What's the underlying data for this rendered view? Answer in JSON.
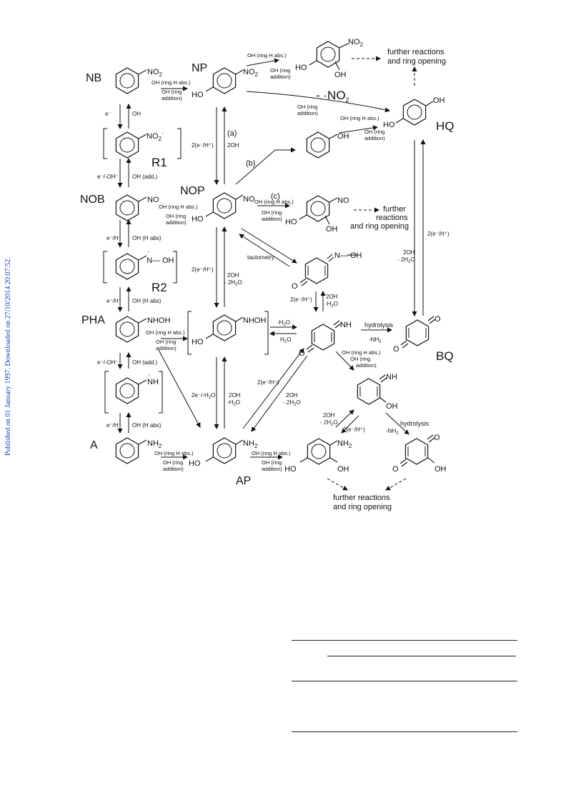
{
  "side_note": "Published on 01 January 1997. Downloaded on 27/10/2014 20:07:52.",
  "compounds": {
    "NB": "NB",
    "NP": "NP",
    "HQ": "HQ",
    "R1": "R1",
    "NOB": "NOB",
    "NOP": "NOP",
    "R2": "R2",
    "PHA": "PHA",
    "BQ": "BQ",
    "A": "A",
    "AP": "AP"
  },
  "groups": {
    "NO2": "NO",
    "sub2": "2",
    "radical_anion": "·",
    "NO": "NO",
    "NOH": "N— OH",
    "NHOH": "NHOH",
    "NH": "NH",
    "NH2": "NH",
    "OH": "OH",
    "HO": "HO",
    "O": "O",
    "nitroxide_dot": "·",
    "amine_dot": "·",
    "minus": "−"
  },
  "labels": {
    "a": "(a)",
    "b": "(b)",
    "c": "(c)",
    "tautometry": "tautometry",
    "hydrolysis": "hydrolysis",
    "minus_NH3": "-NH",
    "no2_release": "- ·NO",
    "two_e_h": "2(e⁻/H⁺)",
    "two_OH": "2OH",
    "minus_2H2O": "- 2H",
    "minus_H2O": "-H",
    "H2O": "H",
    "e_minus": "e⁻",
    "e_H": "e⁻/H⁺",
    "e_OH": "e⁻/-OH⁻",
    "OH": "OH",
    "OH_add": "OH (add.)",
    "OH_H_abs": "OH (H abs)",
    "two_e_minus_H2O": "2e⁻/-H",
    "oh_ring_h_abs": "OH (ring H abs.)",
    "oh_ring": "OH (ring",
    "addition": "addition)"
  },
  "further": {
    "top_1": "further reactions",
    "top_2": "and ring opening",
    "mid_1": "further",
    "mid_2": "reactions",
    "mid_3": "and ring opening",
    "bot_1": "further reactions",
    "bot_2": "and ring opening"
  }
}
